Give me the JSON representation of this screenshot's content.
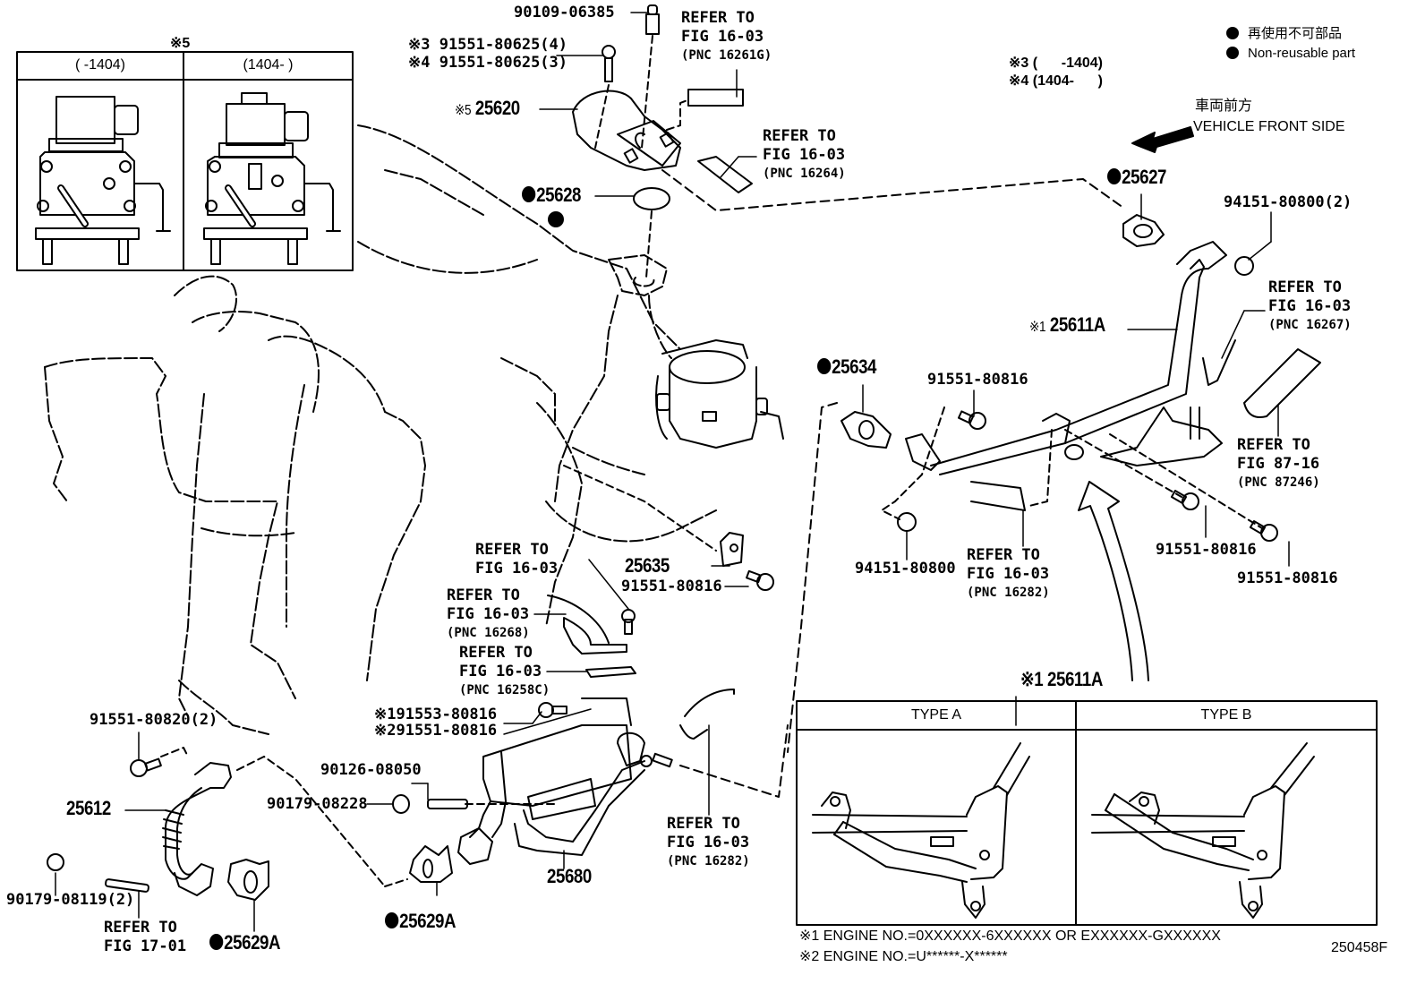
{
  "diagram": {
    "figure_code": "250458F",
    "legend": {
      "non_reusable_jp": "再使用不可部品",
      "non_reusable_en": "Non-reusable part"
    },
    "notes_top": {
      "n3": "※3 (      -1404)",
      "n4": "※4 (1404-      )"
    },
    "direction": {
      "jp": "車両前方",
      "en": "VEHICLE FRONT SIDE",
      "icon": "arrow-left-down-icon"
    },
    "inset_valve": {
      "title": "※5",
      "col_a": "(      -1404)",
      "col_b": "(1404-      )"
    },
    "inset_pipe": {
      "title": "※1 25611A",
      "col_a": "TYPE A",
      "col_b": "TYPE B"
    },
    "footnotes": [
      "※1 ENGINE NO.=0XXXXXX-6XXXXXX OR EXXXXXX-GXXXXXX",
      "※2 ENGINE NO.=U******-X******"
    ],
    "parts": {
      "p90109": "90109-06385",
      "p91551_80625_a": "※3 91551-80625(4)",
      "p91551_80625_b": "※4 91551-80625(3)",
      "p25620_prefix": "※5",
      "p25620": "25620",
      "p25628": "25628",
      "p25627": "25627",
      "p94151_2": "94151-80800(2)",
      "p25611A_prefix": "※1",
      "p25611A": "25611A",
      "p25634": "25634",
      "p91551_80816_a": "91551-80816",
      "p94151": "94151-80800",
      "p91551_80816_b": "91551-80816",
      "p91551_80816_c": "91551-80816",
      "p25635": "25635",
      "p91551_80816_d": "91551-80816",
      "p91553_80816": "※191553-80816",
      "p91551_80816_e": "※291551-80816",
      "p90126": "90126-08050",
      "p90179_08228": "90179-08228",
      "p25680": "25680",
      "p25629A_a": "25629A",
      "p25629A_b": "25629A",
      "p91551_80820": "91551-80820(2)",
      "p25612": "25612",
      "p90179_08119": "90179-08119(2)"
    },
    "refs": {
      "r16261g": [
        "REFER TO",
        "FIG 16-03",
        "(PNC 16261G)"
      ],
      "r16264": [
        "REFER TO",
        "FIG 16-03",
        "(PNC 16264)"
      ],
      "r16267": [
        "REFER TO",
        "FIG 16-03",
        "(PNC 16267)"
      ],
      "r87246": [
        "REFER TO",
        "FIG 87-16",
        "(PNC 87246)"
      ],
      "r16282a": [
        "REFER TO",
        "FIG 16-03",
        "(PNC 16282)"
      ],
      "r1603": [
        "REFER TO",
        "FIG 16-03"
      ],
      "r16268": [
        "REFER TO",
        "FIG 16-03",
        "(PNC 16268)"
      ],
      "r16258c": [
        "REFER TO",
        "FIG 16-03",
        "(PNC 16258C)"
      ],
      "r16282b": [
        "REFER TO",
        "FIG 16-03",
        "(PNC 16282)"
      ],
      "r1701": [
        "REFER TO",
        "FIG 17-01"
      ]
    }
  }
}
